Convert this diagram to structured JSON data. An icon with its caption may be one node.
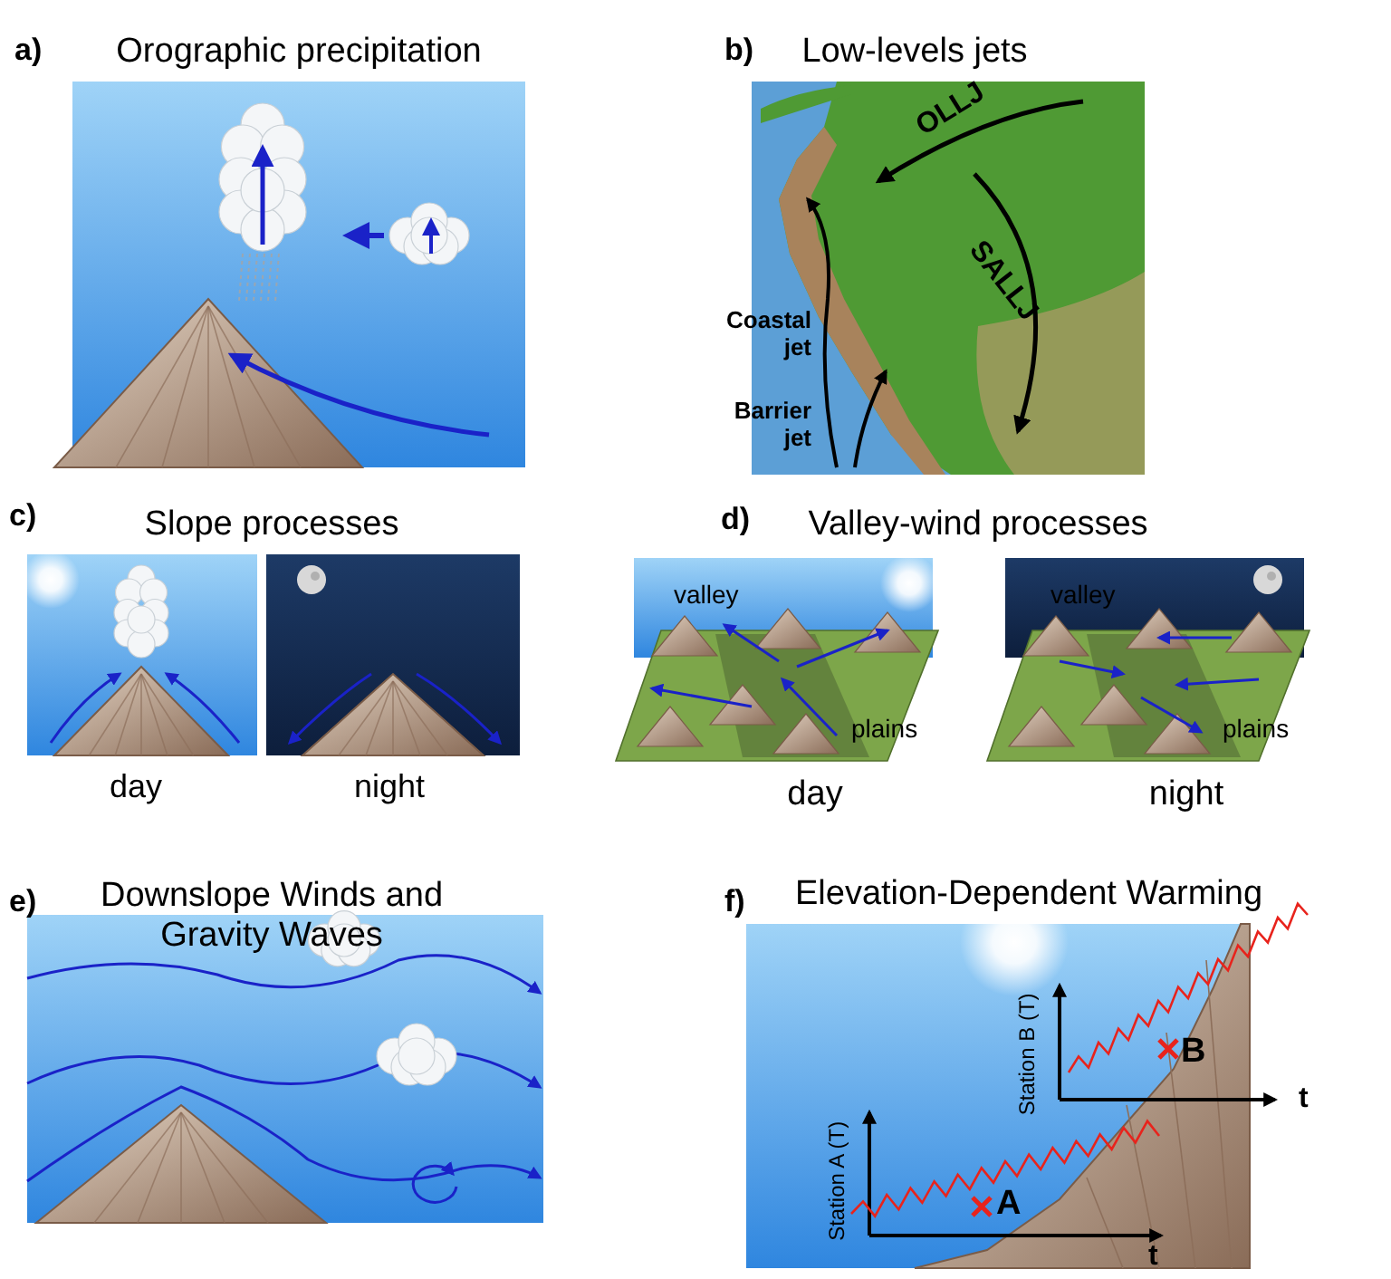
{
  "diagram": {
    "labels": [
      "a)",
      "Orographic precipitation",
      "b)",
      "Low-levels jets",
      "OLLJ",
      "SALLJ",
      "Coastal jet",
      "Barrier jet",
      "c)",
      "Slope processes",
      "d)",
      "Valley-wind processes",
      "valley",
      "plains",
      "valley",
      "plains",
      "day",
      "night",
      "day",
      "night",
      "e)",
      "Downslope Winds and Gravity Waves",
      "f)",
      "Elevation-Dependent Warming",
      "Station B (T)",
      "B",
      "t",
      "Station A (T)",
      "A",
      "t"
    ]
  }
}
